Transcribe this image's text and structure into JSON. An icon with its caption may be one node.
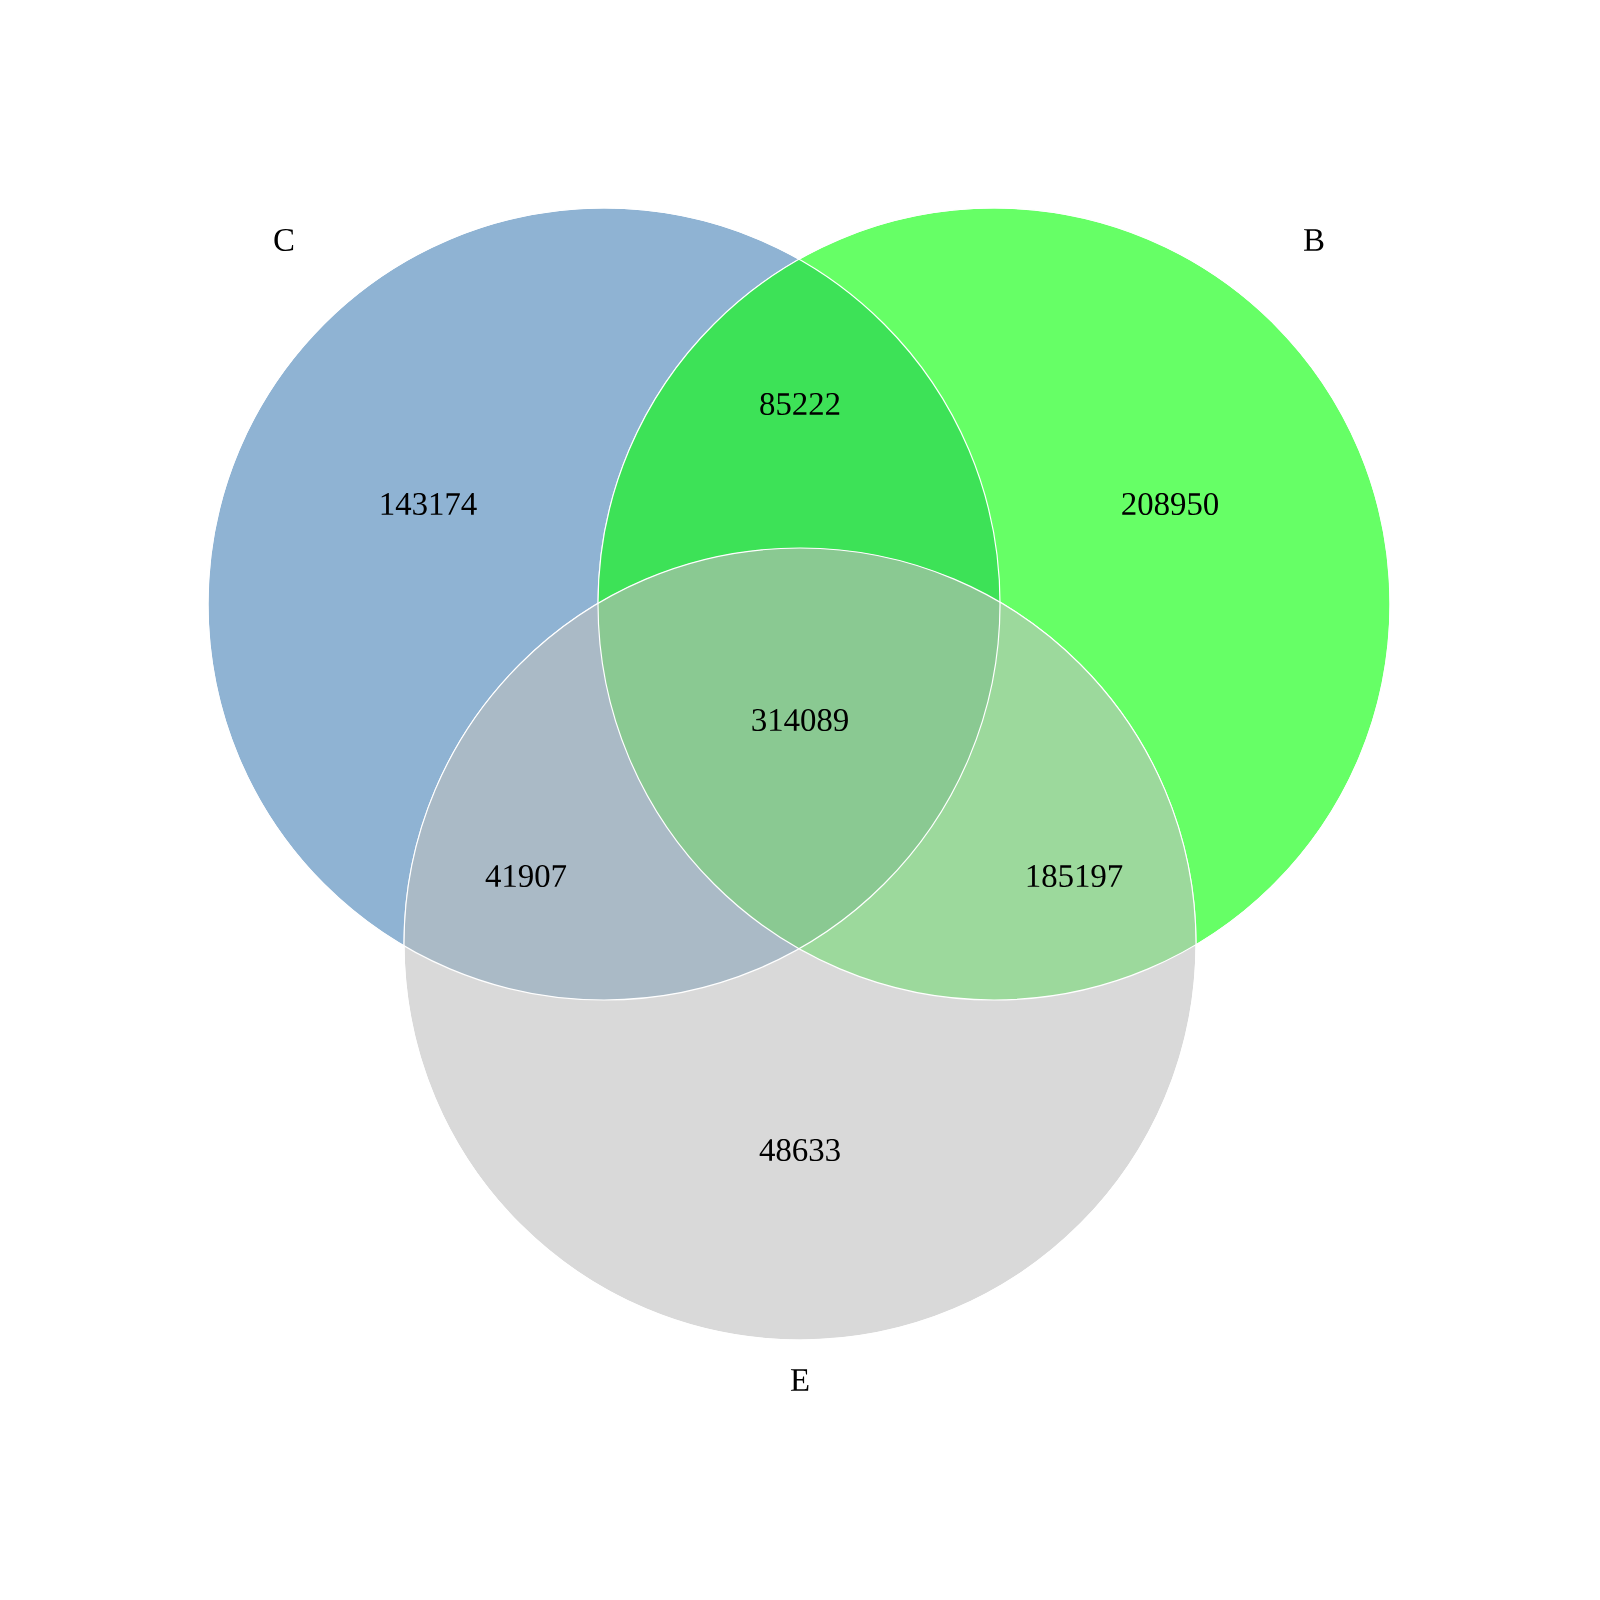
{
  "diagram": {
    "nodes": [
      {
        "text": [
          "C",
          "143174"
        ]
      },
      {
        "text": [
          "B",
          "208950"
        ]
      },
      {
        "text": [
          "48633",
          "E"
        ]
      }
    ],
    "labels": [
      "85222",
      "314089",
      "41907",
      "185197"
    ]
  }
}
